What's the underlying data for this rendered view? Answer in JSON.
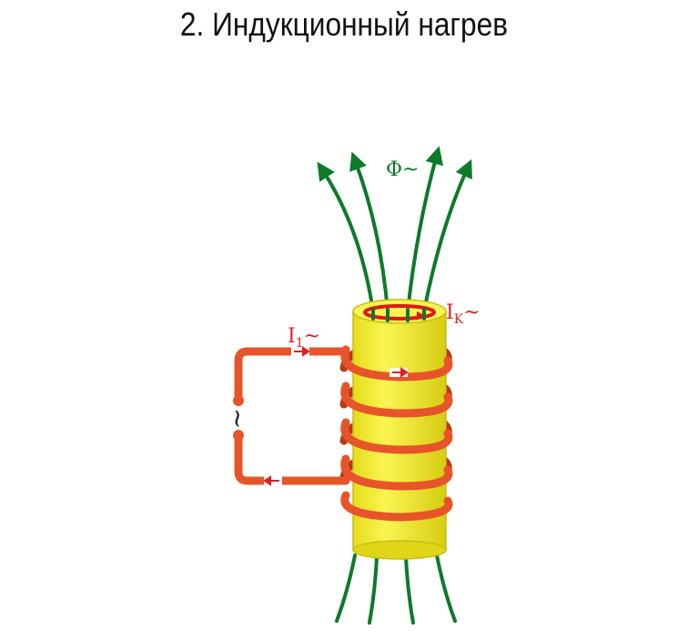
{
  "title": "2. Индукционный нагрев",
  "labels": {
    "flux": "Φ~",
    "primary_current_symbol": "I",
    "primary_current_sub": "1",
    "primary_current_suffix": "~",
    "eddy_current_symbol": "I",
    "eddy_current_sub": "K",
    "eddy_current_suffix": "~",
    "source": "~"
  },
  "colors": {
    "flux_lines": "#0d7a2a",
    "coil": "#e8542a",
    "coil_dark": "#b83a18",
    "cylinder": "#f5ee2e",
    "cylinder_shade": "#d9cf14",
    "eddy_current": "#e01818",
    "primary_label": "#e02020",
    "flux_label": "#0d7a2a"
  }
}
